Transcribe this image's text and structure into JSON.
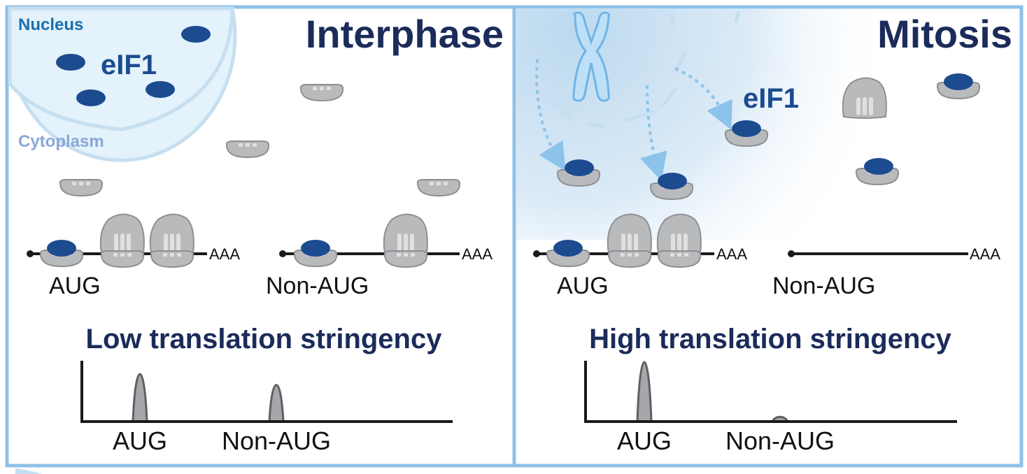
{
  "colors": {
    "frame": "#8fc1e8",
    "title": "#1b2b5a",
    "eif1": "#1c4b8f",
    "nucleus_label": "#1a6fae",
    "cytoplasm_label": "#8aa8d6",
    "nucleus_fill": "#e3f2fb",
    "nucleus_stroke": "#c6dff0",
    "ribosome_fill": "#b9babc",
    "ribosome_stroke": "#8e8f92",
    "ribosome_notch": "#e0e0e0",
    "mrna": "#1a1a1a",
    "arrow": "#8cc3ea",
    "chromosome_fill": "#bde0f7",
    "chromosome_stroke": "#6fb4e6"
  },
  "panels": [
    {
      "id": "interphase",
      "title": "Interphase",
      "nucleus_label": "Nucleus",
      "eif1_label": "eIF1",
      "cytoplasm_label": "Cytoplasm",
      "mrnas": [
        {
          "start_codon": "AUG",
          "tail": "AAA",
          "eif1_bound": true,
          "elongating_ribosomes": 2
        },
        {
          "start_codon": "Non-AUG",
          "tail": "AAA",
          "eif1_bound": true,
          "elongating_ribosomes": 1
        }
      ],
      "stringency_label": "Low translation stringency"
    },
    {
      "id": "mitosis",
      "title": "Mitosis",
      "eif1_label": "eIF1",
      "mrnas": [
        {
          "start_codon": "AUG",
          "tail": "AAA",
          "eif1_bound": true,
          "elongating_ribosomes": 2
        },
        {
          "start_codon": "Non-AUG",
          "tail": "AAA",
          "eif1_bound": false,
          "elongating_ribosomes": 0
        }
      ],
      "stringency_label": "High translation stringency"
    }
  ],
  "chart_data": [
    {
      "type": "area",
      "title": "Low translation stringency",
      "categories": [
        "AUG",
        "Non-AUG"
      ],
      "values": [
        1.0,
        0.77
      ],
      "ylim": [
        0,
        1.0
      ],
      "xlabel": "",
      "ylabel": "",
      "grid": false
    },
    {
      "type": "area",
      "title": "High translation stringency",
      "categories": [
        "AUG",
        "Non-AUG"
      ],
      "values": [
        1.0,
        0.08
      ],
      "ylim": [
        0,
        1.0
      ],
      "xlabel": "",
      "ylabel": "",
      "grid": false
    }
  ]
}
